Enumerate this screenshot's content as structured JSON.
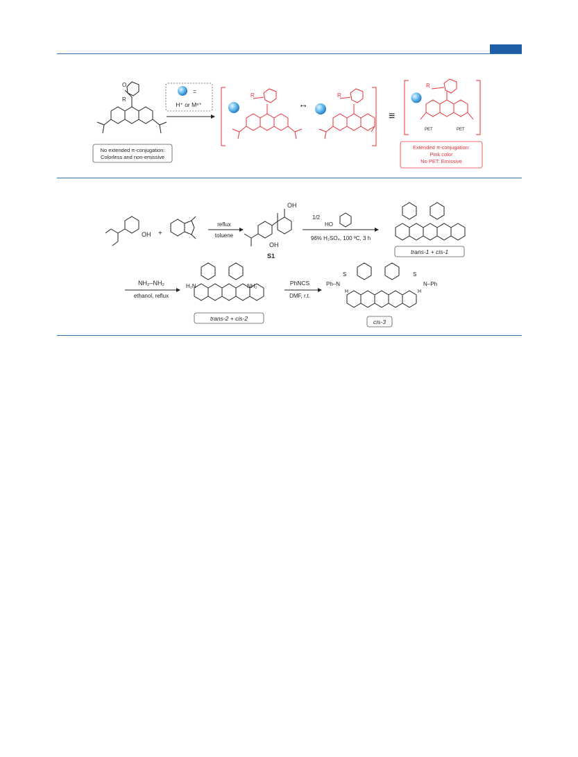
{
  "header": {
    "accent_color": "#1f5fa8"
  },
  "scheme_top": {
    "reagent_box": {
      "line1": "=",
      "line2": "H⁺ or Mⁿ⁺"
    },
    "left_caption": {
      "line1": "No extended π-conjugation:",
      "line2": "Colorless and non-emissive"
    },
    "right_caption": {
      "line1": "Extended π-conjugation:",
      "line2": "Pink color",
      "line3": "No PET: Emissive"
    },
    "atom_R": "R",
    "atom_O": "O",
    "pet": "PET",
    "equiv": "≡",
    "resonance": "↔"
  },
  "scheme_bottom": {
    "step1": {
      "above": "reflux",
      "below": "toluene"
    },
    "plus": "+",
    "S1_label": "S1",
    "S1_acid": "OH",
    "phenol_OH": "OH",
    "step2": {
      "above": "1/2",
      "below": "96% H₂SO₄, 100 ºC, 3 h"
    },
    "resorcinol_OH": "HO",
    "product1": "trans-1 + cis-1",
    "step3": {
      "above": "NH₂–NH₂",
      "below": "ethanol, reflux"
    },
    "product2": "trans-2 + cis-2",
    "h2n": "H₂N",
    "nh2": "NH₂",
    "step4": {
      "above": "PhNCS",
      "below": "DMF, r.t."
    },
    "product3": "cis-3",
    "ph_left": "Ph–N",
    "ph_right": "N–Ph",
    "S": "S",
    "H": "H"
  },
  "colors": {
    "rule": "#2f6fb3",
    "red": "#e8323a",
    "sphere": "#5fb6ec"
  }
}
